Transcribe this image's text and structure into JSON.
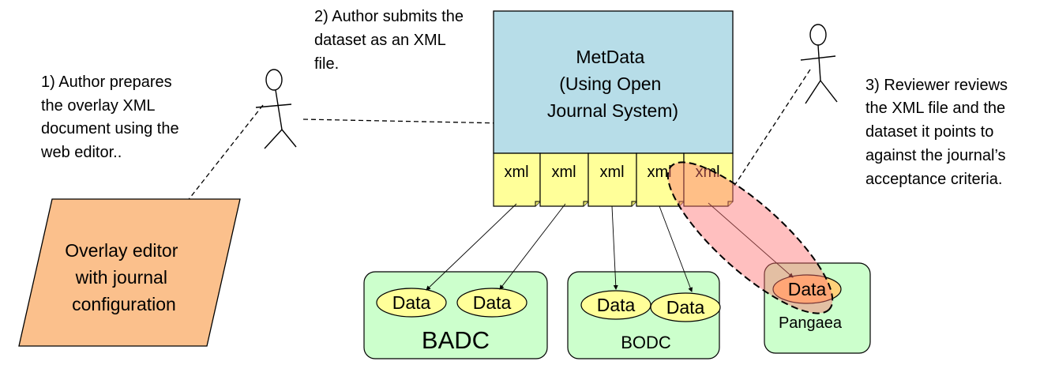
{
  "steps": {
    "step1": [
      "1) Author prepares",
      "the overlay XML",
      "document using the",
      "web editor.."
    ],
    "step2": [
      "2) Author submits the",
      "dataset as an XML",
      "file."
    ],
    "step3": [
      "3) Reviewer reviews",
      "the XML file and the",
      "dataset it points to",
      "against the journal’s",
      "acceptance criteria."
    ]
  },
  "editor": {
    "lines": [
      "Overlay editor",
      "with journal",
      "configuration"
    ]
  },
  "metdata": {
    "lines": [
      "MetData",
      "(Using Open",
      "Journal System)"
    ]
  },
  "xml_tabs": [
    "xml",
    "xml",
    "xml",
    "xml",
    "xml"
  ],
  "repositories": [
    {
      "name": "BADC",
      "data_labels": [
        "Data",
        "Data"
      ]
    },
    {
      "name": "BODC",
      "data_labels": [
        "Data",
        "Data"
      ]
    },
    {
      "name": "Pangaea",
      "data_labels": [
        "Data"
      ]
    }
  ],
  "colors": {
    "metdata_fill": "#b7dde8",
    "xml_tab_fill": "#ffff99",
    "editor_fill": "#fbc08c",
    "repository_fill": "#ccffcc",
    "data_ellipse_fill": "#ffff99",
    "highlight_fill": "#ff7070"
  }
}
